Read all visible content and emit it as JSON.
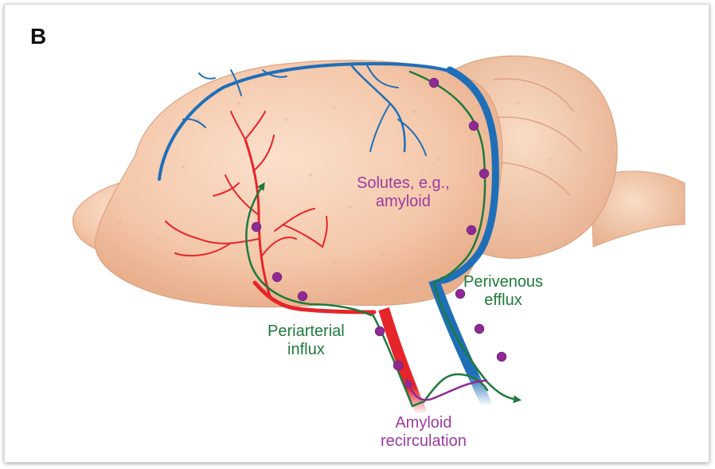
{
  "panel_label": "B",
  "labels": {
    "solutes": [
      "Solutes, e.g.,",
      "amyloid"
    ],
    "perivenous": [
      "Perivenous",
      "efflux"
    ],
    "periarterial": [
      "Periarterial",
      "influx"
    ],
    "recirculation": [
      "Amyloid",
      "recirculation"
    ]
  },
  "colors": {
    "brain": "#f6cfb4",
    "artery": "#e5252a",
    "vein": "#1f6fb8",
    "flow_arrow": "#1f7a3c",
    "solute": "#8e2a93",
    "solute_label": "#9b3c9f",
    "flow_label": "#1f7a3c"
  },
  "icons": {
    "flow_arrow": "arrow-icon",
    "solute_particle": "dot-icon"
  }
}
